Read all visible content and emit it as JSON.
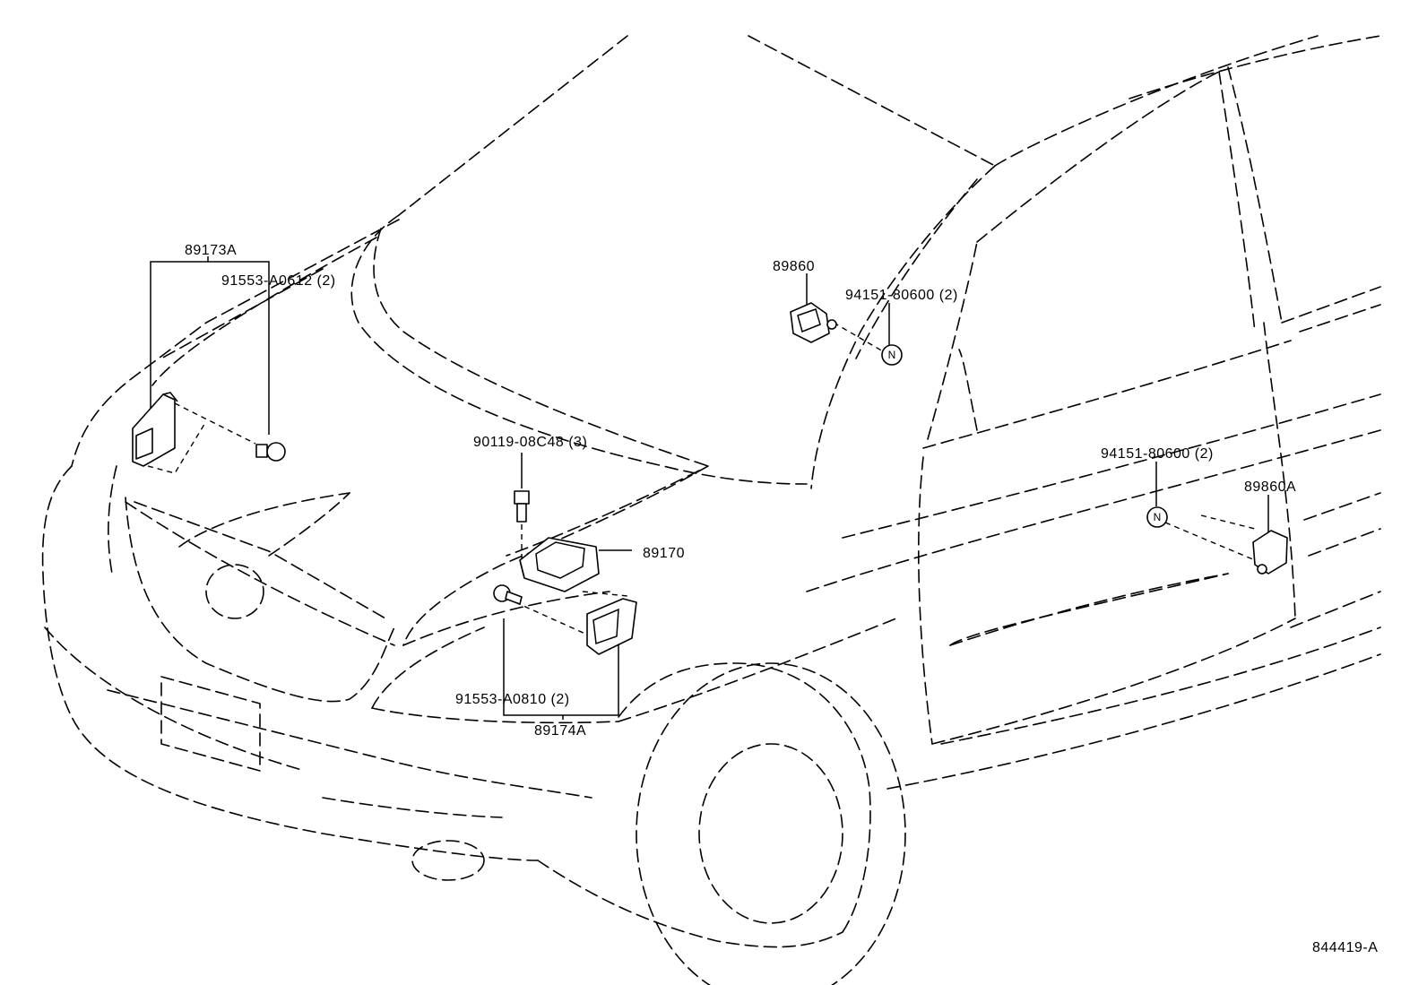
{
  "parts": {
    "p89173A": "89173A",
    "p91553_A0612": "91553-A0612 (2)",
    "p89860": "89860",
    "p94151_80600_top": "94151-80600 (2)",
    "p90119_08C48": "90119-08C48 (3)",
    "p89170": "89170",
    "p94151_80600_right": "94151-80600 (2)",
    "p89860A": "89860A",
    "p91553_A0810": "91553-A0810 (2)",
    "p89174A": "89174A"
  },
  "markers": {
    "nut_symbol": "N"
  },
  "diagram_id": "844419-A"
}
